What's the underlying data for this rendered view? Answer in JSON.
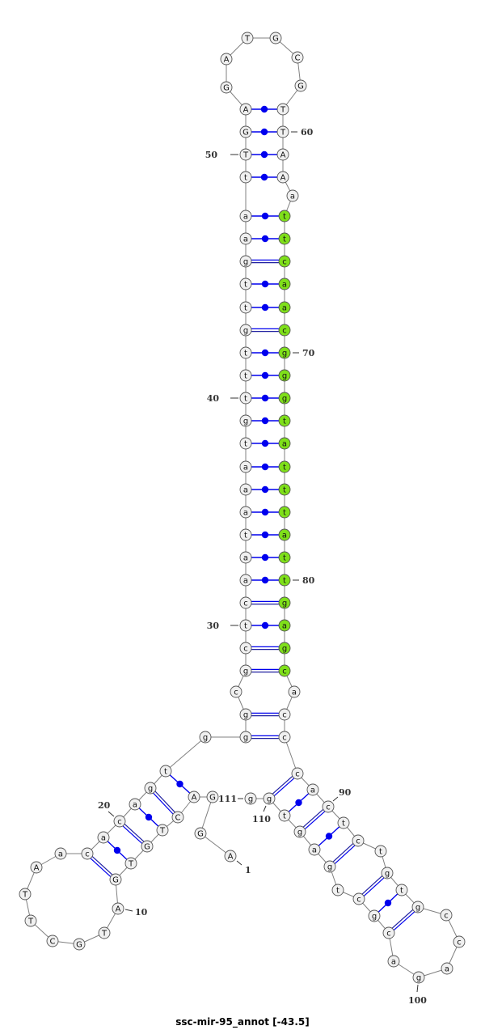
{
  "title": "ssc-mir-95_annot [-43.5]",
  "sequence": "AGGACTGTGATGCTTAacacagtgggcgctcaataaatgtttgttgaatTGAGATGCGTTAAattcaacgggtatttattgagcacccactctgtgccagacgctgagtgg",
  "pairs": [
    [
      4,
      23
    ],
    [
      5,
      22
    ],
    [
      6,
      21
    ],
    [
      7,
      20
    ],
    [
      8,
      19
    ],
    [
      9,
      18
    ],
    [
      25,
      87
    ],
    [
      26,
      86
    ],
    [
      28,
      84
    ],
    [
      29,
      83
    ],
    [
      30,
      82
    ],
    [
      31,
      81
    ],
    [
      32,
      80
    ],
    [
      33,
      79
    ],
    [
      34,
      78
    ],
    [
      35,
      77
    ],
    [
      36,
      76
    ],
    [
      37,
      75
    ],
    [
      38,
      74
    ],
    [
      39,
      73
    ],
    [
      40,
      72
    ],
    [
      41,
      71
    ],
    [
      42,
      70
    ],
    [
      43,
      69
    ],
    [
      44,
      68
    ],
    [
      45,
      67
    ],
    [
      46,
      66
    ],
    [
      47,
      65
    ],
    [
      48,
      64
    ],
    [
      49,
      62
    ],
    [
      50,
      61
    ],
    [
      51,
      60
    ],
    [
      52,
      59
    ],
    [
      88,
      110
    ],
    [
      89,
      109
    ],
    [
      90,
      108
    ],
    [
      91,
      107
    ],
    [
      92,
      106
    ],
    [
      94,
      104
    ],
    [
      95,
      103
    ],
    [
      96,
      102
    ]
  ],
  "highlight_range": [
    64,
    84
  ],
  "position_labels": [
    "1",
    "10",
    "20",
    "30",
    "40",
    "50",
    "60",
    "70",
    "80",
    "90",
    "100",
    "110",
    "111"
  ],
  "colors": {
    "highlight": "#7fe01a",
    "node": "#f0f0f0",
    "pair": "#0000ee",
    "backbone": "#808080"
  }
}
